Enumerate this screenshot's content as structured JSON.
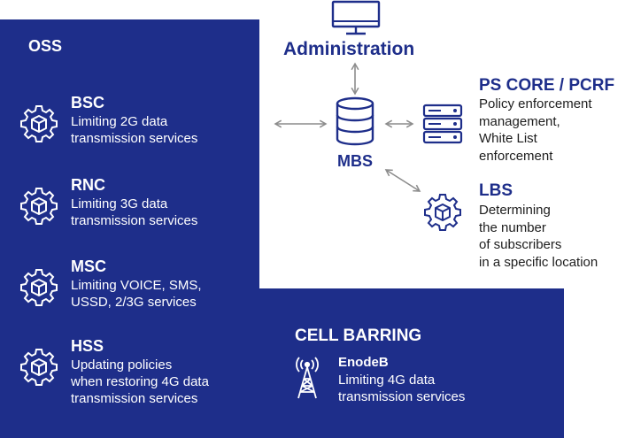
{
  "oss": {
    "title": "OSS",
    "items": [
      {
        "title": "BSC",
        "desc": [
          "Limiting 2G data",
          "transmission services"
        ],
        "icon": "gear-cube-icon"
      },
      {
        "title": "RNC",
        "desc": [
          "Limiting 3G data",
          "transmission services"
        ],
        "icon": "gear-cube-icon"
      },
      {
        "title": "MSC",
        "desc": [
          "Limiting VOICE, SMS,",
          "USSD, 2/3G services"
        ],
        "icon": "gear-cube-icon"
      },
      {
        "title": "HSS",
        "desc": [
          "Updating policies",
          "when restoring 4G data",
          "transmission services"
        ],
        "icon": "gear-cube-icon"
      }
    ]
  },
  "administration": {
    "label": "Administration",
    "icon": "monitor-icon"
  },
  "mbs": {
    "label": "MBS",
    "icon": "database-icon"
  },
  "ps_core": {
    "title": "PS CORE / PCRF",
    "desc": [
      "Policy enforcement",
      "management,",
      "White List",
      "enforcement"
    ],
    "icon": "server-icon"
  },
  "lbs": {
    "title": "LBS",
    "desc": [
      "Determining",
      "the number",
      "of subscribers",
      "in a specific location"
    ],
    "icon": "gear-cube-icon"
  },
  "cell_barring": {
    "title": "CELL BARRING",
    "enodeb_title": "EnodeB",
    "enodeb_desc": [
      "Limiting 4G data",
      "transmission services"
    ],
    "icon": "antenna-tower-icon"
  },
  "colors": {
    "navy": "#1e2e8a",
    "arrow": "#8c8c8c",
    "text": "#1d1d1d"
  }
}
